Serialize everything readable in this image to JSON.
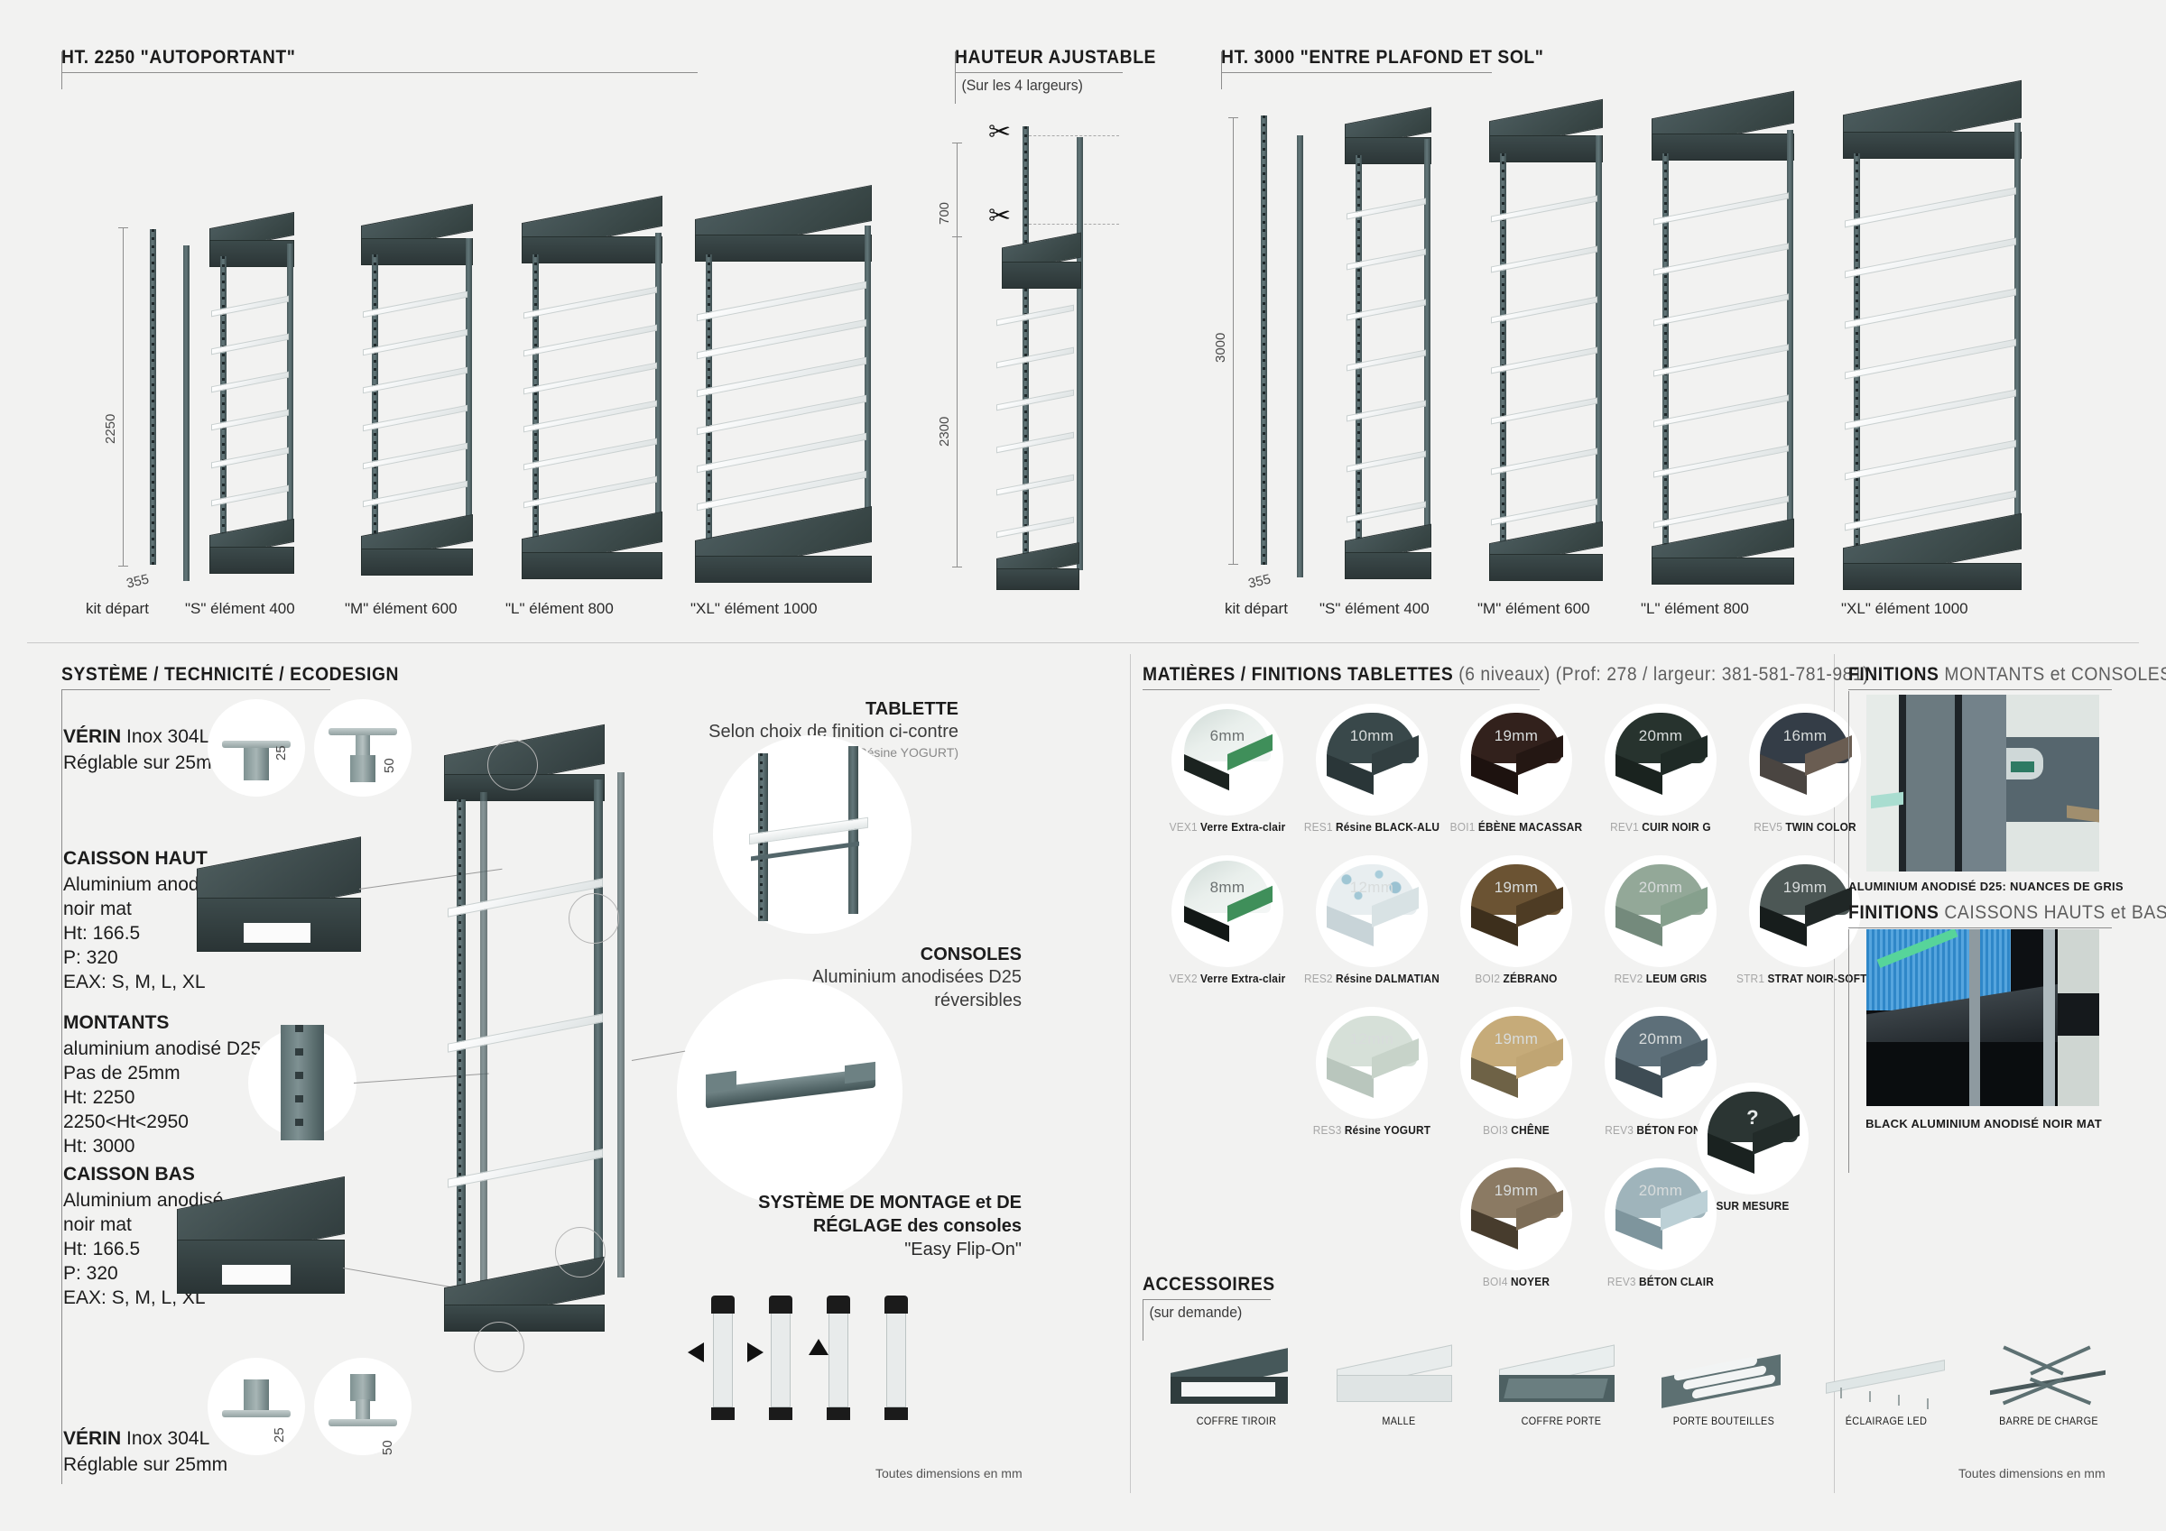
{
  "sections": {
    "ht2250": {
      "title": "HT. 2250 \"AUTOPORTANT\""
    },
    "hauteur_ajustable": {
      "title": "HAUTEUR AJUSTABLE",
      "sub": "(Sur les 4 largeurs)"
    },
    "ht3000": {
      "title": "HT. 3000 \"ENTRE PLAFOND ET SOL\""
    },
    "systeme": {
      "title": "SYSTÈME / TECHNICITÉ / ECODESIGN"
    },
    "matieres": {
      "title_bold": "MATIÈRES / FINITIONS TABLETTES",
      "title_light": "(6 niveaux) (Prof: 278 / largeur: 381-581-781-981)"
    },
    "finitions_montants": {
      "title_bold": "FINITIONS",
      "title_light": "MONTANTS et CONSOLES",
      "caption": "ALUMINIUM ANODISÉ D25: NUANCES DE GRIS"
    },
    "finitions_caissons": {
      "title_bold": "FINITIONS",
      "title_light": "CAISSONS HAUTS et BAS",
      "caption": "BLACK ALUMINIUM ANODISÉ NOIR MAT"
    },
    "accessoires": {
      "title": "ACCESSOIRES",
      "sub": "(sur demande)"
    }
  },
  "row_2250": {
    "dim_height": "2250",
    "dim_depth": "355",
    "labels": [
      "kit départ",
      "\"S\" élément 400",
      "\"M\" élément 600",
      "\"L\" élément 800",
      "\"XL\" élément 1000"
    ]
  },
  "adjustable": {
    "dim_top": "700",
    "dim_body": "2300"
  },
  "row_3000": {
    "dim_height": "3000",
    "dim_depth": "355",
    "labels": [
      "kit départ",
      "\"S\" élément 400",
      "\"M\" élément 600",
      "\"L\" élément 800",
      "\"XL\" élément 1000"
    ]
  },
  "system_specs": {
    "verin_top": {
      "title": "VÉRIN",
      "title_rest": " Inox 304L",
      "line2": "Réglable sur 25mm",
      "dim_a": "25",
      "dim_b": "50"
    },
    "caisson_haut": {
      "title": "CAISSON HAUT",
      "lines": [
        "Aluminium anodisé",
        "noir mat",
        "Ht: 166.5",
        "P: 320",
        "EAX: S, M, L, XL"
      ]
    },
    "montants": {
      "title": "MONTANTS",
      "lines": [
        "aluminium anodisé D25",
        "Pas de 25mm",
        "Ht: 2250",
        "2250<Ht<2950",
        "Ht: 3000"
      ]
    },
    "caisson_bas": {
      "title": "CAISSON BAS",
      "lines": [
        "Aluminium anodisé",
        "noir mat",
        "Ht: 166.5",
        "P: 320",
        "EAX: S, M, L, XL"
      ]
    },
    "verin_bot": {
      "title": "VÉRIN",
      "title_rest": " Inox 304L",
      "line2": "Réglable sur 25mm",
      "dim_a": "25",
      "dim_b": "50"
    },
    "tablette": {
      "title": "TABLETTE",
      "line2": "Selon choix de finition ci-contre",
      "line3": "(ex: RES3 Résine YOGURT)"
    },
    "consoles": {
      "title": "CONSOLES",
      "line2": "Aluminium anodisées D25",
      "line3": "réversibles"
    },
    "montage": {
      "line1": "SYSTÈME DE MONTAGE et DE",
      "line2": "RÉGLAGE des consoles",
      "line3": "\"Easy Flip-On\""
    }
  },
  "materials": [
    {
      "col": 0,
      "row": 0,
      "mm": "6mm",
      "code": "VEX1",
      "name": "Verre Extra-clair",
      "kind": "glass",
      "top": "#dde5e2",
      "edge_l": "#1b2320",
      "edge_r": "#3f8f5a",
      "mm_dark": true
    },
    {
      "col": 1,
      "row": 0,
      "mm": "10mm",
      "code": "RES1",
      "name": "Résine BLACK-ALU",
      "kind": "solid",
      "top": "#39484a",
      "edge_l": "#2a3638",
      "edge_r": "#323f41",
      "mm_dark": false
    },
    {
      "col": 2,
      "row": 0,
      "mm": "19mm",
      "code": "BOI1",
      "name": "ÉBÈNE MACASSAR",
      "kind": "solid",
      "top": "#32211c",
      "edge_l": "#1d120f",
      "edge_r": "#241713",
      "mm_dark": false
    },
    {
      "col": 3,
      "row": 0,
      "mm": "20mm",
      "code": "REV1",
      "name": "CUIR NOIR G",
      "kind": "solid",
      "top": "#27332e",
      "edge_l": "#1a231f",
      "edge_r": "#1f2a26",
      "mm_dark": false
    },
    {
      "col": 4,
      "row": 0,
      "mm": "16mm",
      "code": "REV5",
      "name": "TWIN COLOR",
      "kind": "solid",
      "top": "#343d47",
      "edge_l": "#4a4541",
      "edge_r": "#6a5d52",
      "mm_dark": false
    },
    {
      "col": 0,
      "row": 1,
      "mm": "8mm",
      "code": "VEX2",
      "name": "Verre Extra-clair",
      "kind": "glass",
      "top": "#dde5e2",
      "edge_l": "#121816",
      "edge_r": "#3f8f5a",
      "mm_dark": true
    },
    {
      "col": 1,
      "row": 1,
      "mm": "12mm",
      "code": "RES2",
      "name": "Résine DALMATIAN",
      "kind": "speckle",
      "top": "#e8eef0",
      "edge_l": "#c8d4d8",
      "edge_r": "#d8e2e4",
      "mm_dark": false
    },
    {
      "col": 2,
      "row": 1,
      "mm": "19mm",
      "code": "BOI2",
      "name": "ZÉBRANO",
      "kind": "solid",
      "top": "#6b5333",
      "edge_l": "#3d2f1c",
      "edge_r": "#4e3c24",
      "mm_dark": false
    },
    {
      "col": 3,
      "row": 1,
      "mm": "20mm",
      "code": "REV2",
      "name": "LEUM GRIS",
      "kind": "solid",
      "top": "#93a898",
      "edge_l": "#748a7c",
      "edge_r": "#86a08d",
      "mm_dark": false
    },
    {
      "col": 4,
      "row": 1,
      "mm": "19mm",
      "code": "STR1",
      "name": "STRAT NOIR-SOFT-T",
      "kind": "solid",
      "top": "#4c5755",
      "edge_l": "#171d1c",
      "edge_r": "#202726",
      "mm_dark": false
    },
    {
      "col": 1,
      "row": 2,
      "mm": "12mm",
      "code": "RES3",
      "name": "Résine YOGURT",
      "kind": "solid",
      "top": "#d6e0d8",
      "edge_l": "#b9c6bd",
      "edge_r": "#c7d3c9",
      "mm_dark": false
    },
    {
      "col": 2,
      "row": 2,
      "mm": "19mm",
      "code": "BOI3",
      "name": "CHÊNE",
      "kind": "solid",
      "top": "#c6ab79",
      "edge_l": "#6e6246",
      "edge_r": "#c0a573",
      "mm_dark": false
    },
    {
      "col": 3,
      "row": 2,
      "mm": "20mm",
      "code": "REV3",
      "name": "BÉTON FONCÉ",
      "kind": "solid",
      "top": "#5d6f79",
      "edge_l": "#3e4c54",
      "edge_r": "#4e5f68",
      "mm_dark": false
    },
    {
      "col": 2,
      "row": 3,
      "mm": "19mm",
      "code": "BOI4",
      "name": "NOYER",
      "kind": "solid",
      "top": "#8b7a63",
      "edge_l": "#473c2d",
      "edge_r": "#7d6d57",
      "mm_dark": false
    },
    {
      "col": 3,
      "row": 3,
      "mm": "20mm",
      "code": "REV3",
      "name": "BÉTON CLAIR",
      "kind": "solid",
      "top": "#9fb4bb",
      "edge_l": "#7e959d",
      "edge_r": "#bcd0d6",
      "mm_dark": false
    }
  ],
  "sur_mesure": {
    "mm": "?",
    "label": "SUR MESURE"
  },
  "accessories": [
    {
      "label": "COFFRE TIROIR"
    },
    {
      "label": "MALLE"
    },
    {
      "label": "COFFRE PORTE"
    },
    {
      "label": "PORTE BOUTEILLES"
    },
    {
      "label": "ÉCLAIRAGE LED"
    },
    {
      "label": "BARRE DE CHARGE"
    }
  ],
  "footnotes": {
    "left": "Toutes dimensions en mm",
    "right": "Toutes dimensions en mm"
  },
  "colors": {
    "background": "#f2f2f1",
    "metal_dark": "#3a484a",
    "metal_mid": "#53666a",
    "rule": "#8d8d8d"
  }
}
